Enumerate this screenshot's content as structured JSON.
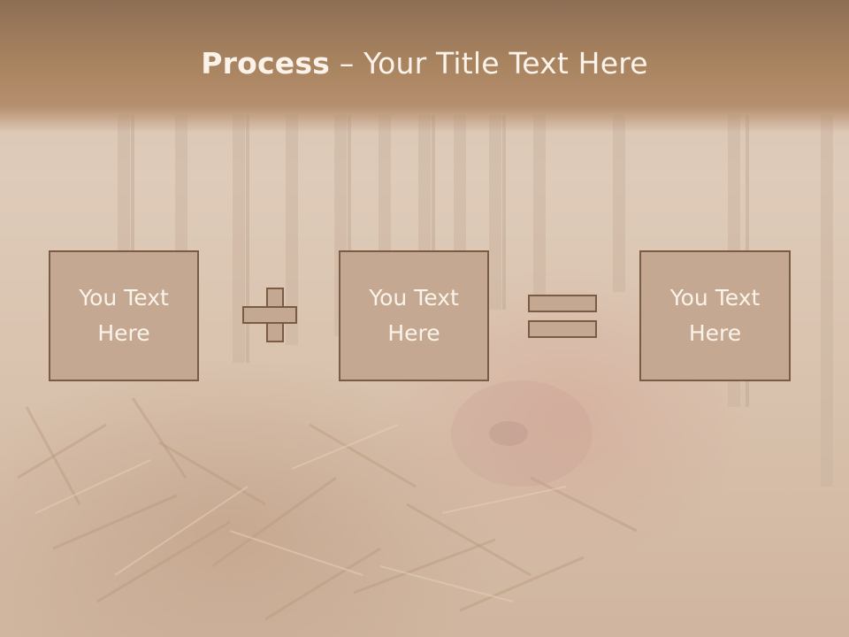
{
  "slide": {
    "title_bold": "Process",
    "title_rest": " – Your Title Text Here"
  },
  "process": {
    "steps": [
      {
        "text": "You Text\nHere"
      },
      {
        "text": "You Text\nHere"
      },
      {
        "text": "You Text\nHere"
      }
    ],
    "operators": [
      "plus-icon",
      "equals-icon"
    ]
  },
  "colors": {
    "accent": "#c4a891",
    "border": "#7a5c44",
    "title_band": "#a8835f",
    "text": "#fbf3ea"
  }
}
